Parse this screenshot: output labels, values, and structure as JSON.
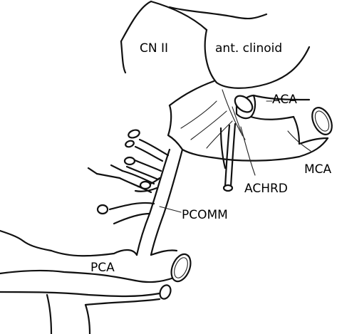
{
  "labels": {
    "cn2": "CN II",
    "ant_clinoid": "ant. clinoid",
    "aca": "ACA",
    "mca": "MCA",
    "achrd": "ACHRD",
    "pcomm": "PCOMM",
    "pca": "PCA"
  }
}
